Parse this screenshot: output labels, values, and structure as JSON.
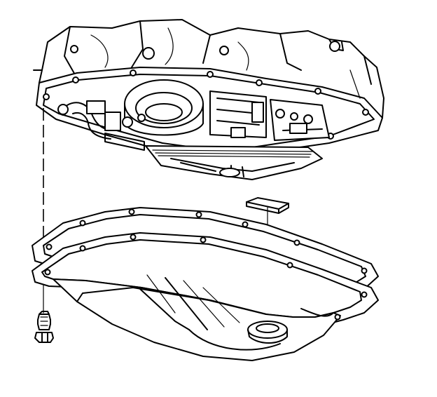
{
  "diagram": {
    "colors": {
      "line": "#000000",
      "background": "#ffffff"
    },
    "parts": [
      {
        "name": "transmission-case-valve-body",
        "icon": "transmission-case-icon"
      },
      {
        "name": "pan-gasket",
        "icon": "gasket-icon"
      },
      {
        "name": "oil-pan",
        "icon": "oil-pan-icon"
      },
      {
        "name": "pan-bolt",
        "icon": "bolt-icon"
      },
      {
        "name": "magnet",
        "icon": "magnet-icon"
      }
    ]
  }
}
